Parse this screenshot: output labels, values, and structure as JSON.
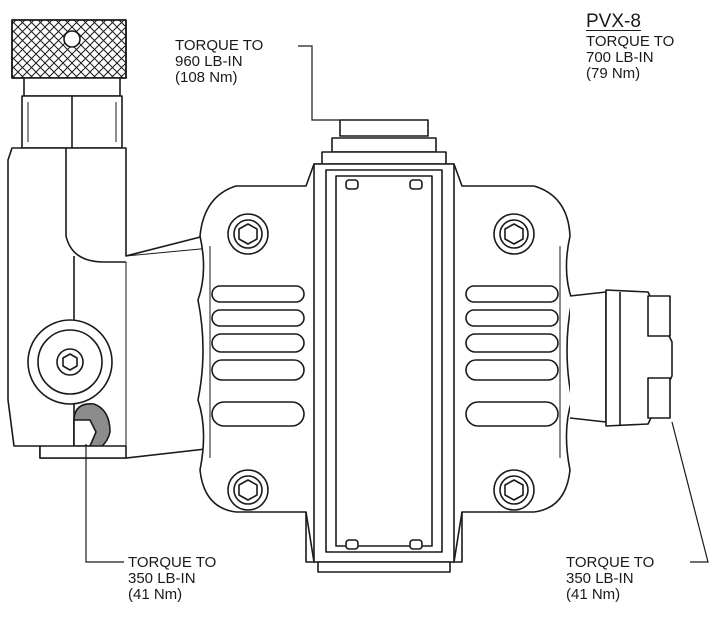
{
  "model": "PVX-8",
  "callouts": {
    "top_center": {
      "line1": "TORQUE TO",
      "line2": "960 LB-IN",
      "line3": "(108 Nm)"
    },
    "top_right": {
      "line1": "TORQUE TO",
      "line2": "700 LB-IN",
      "line3": "(79 Nm)"
    },
    "bottom_left": {
      "line1": "TORQUE TO",
      "line2": "350 LB-IN",
      "line3": "(41 Nm)"
    },
    "bottom_right": {
      "line1": "TORQUE TO",
      "line2": "350 LB-IN",
      "line3": "(41 Nm)"
    }
  },
  "colors": {
    "line": "#1a1a1a",
    "fill": "#ffffff",
    "shade": "#8c8c8c"
  }
}
